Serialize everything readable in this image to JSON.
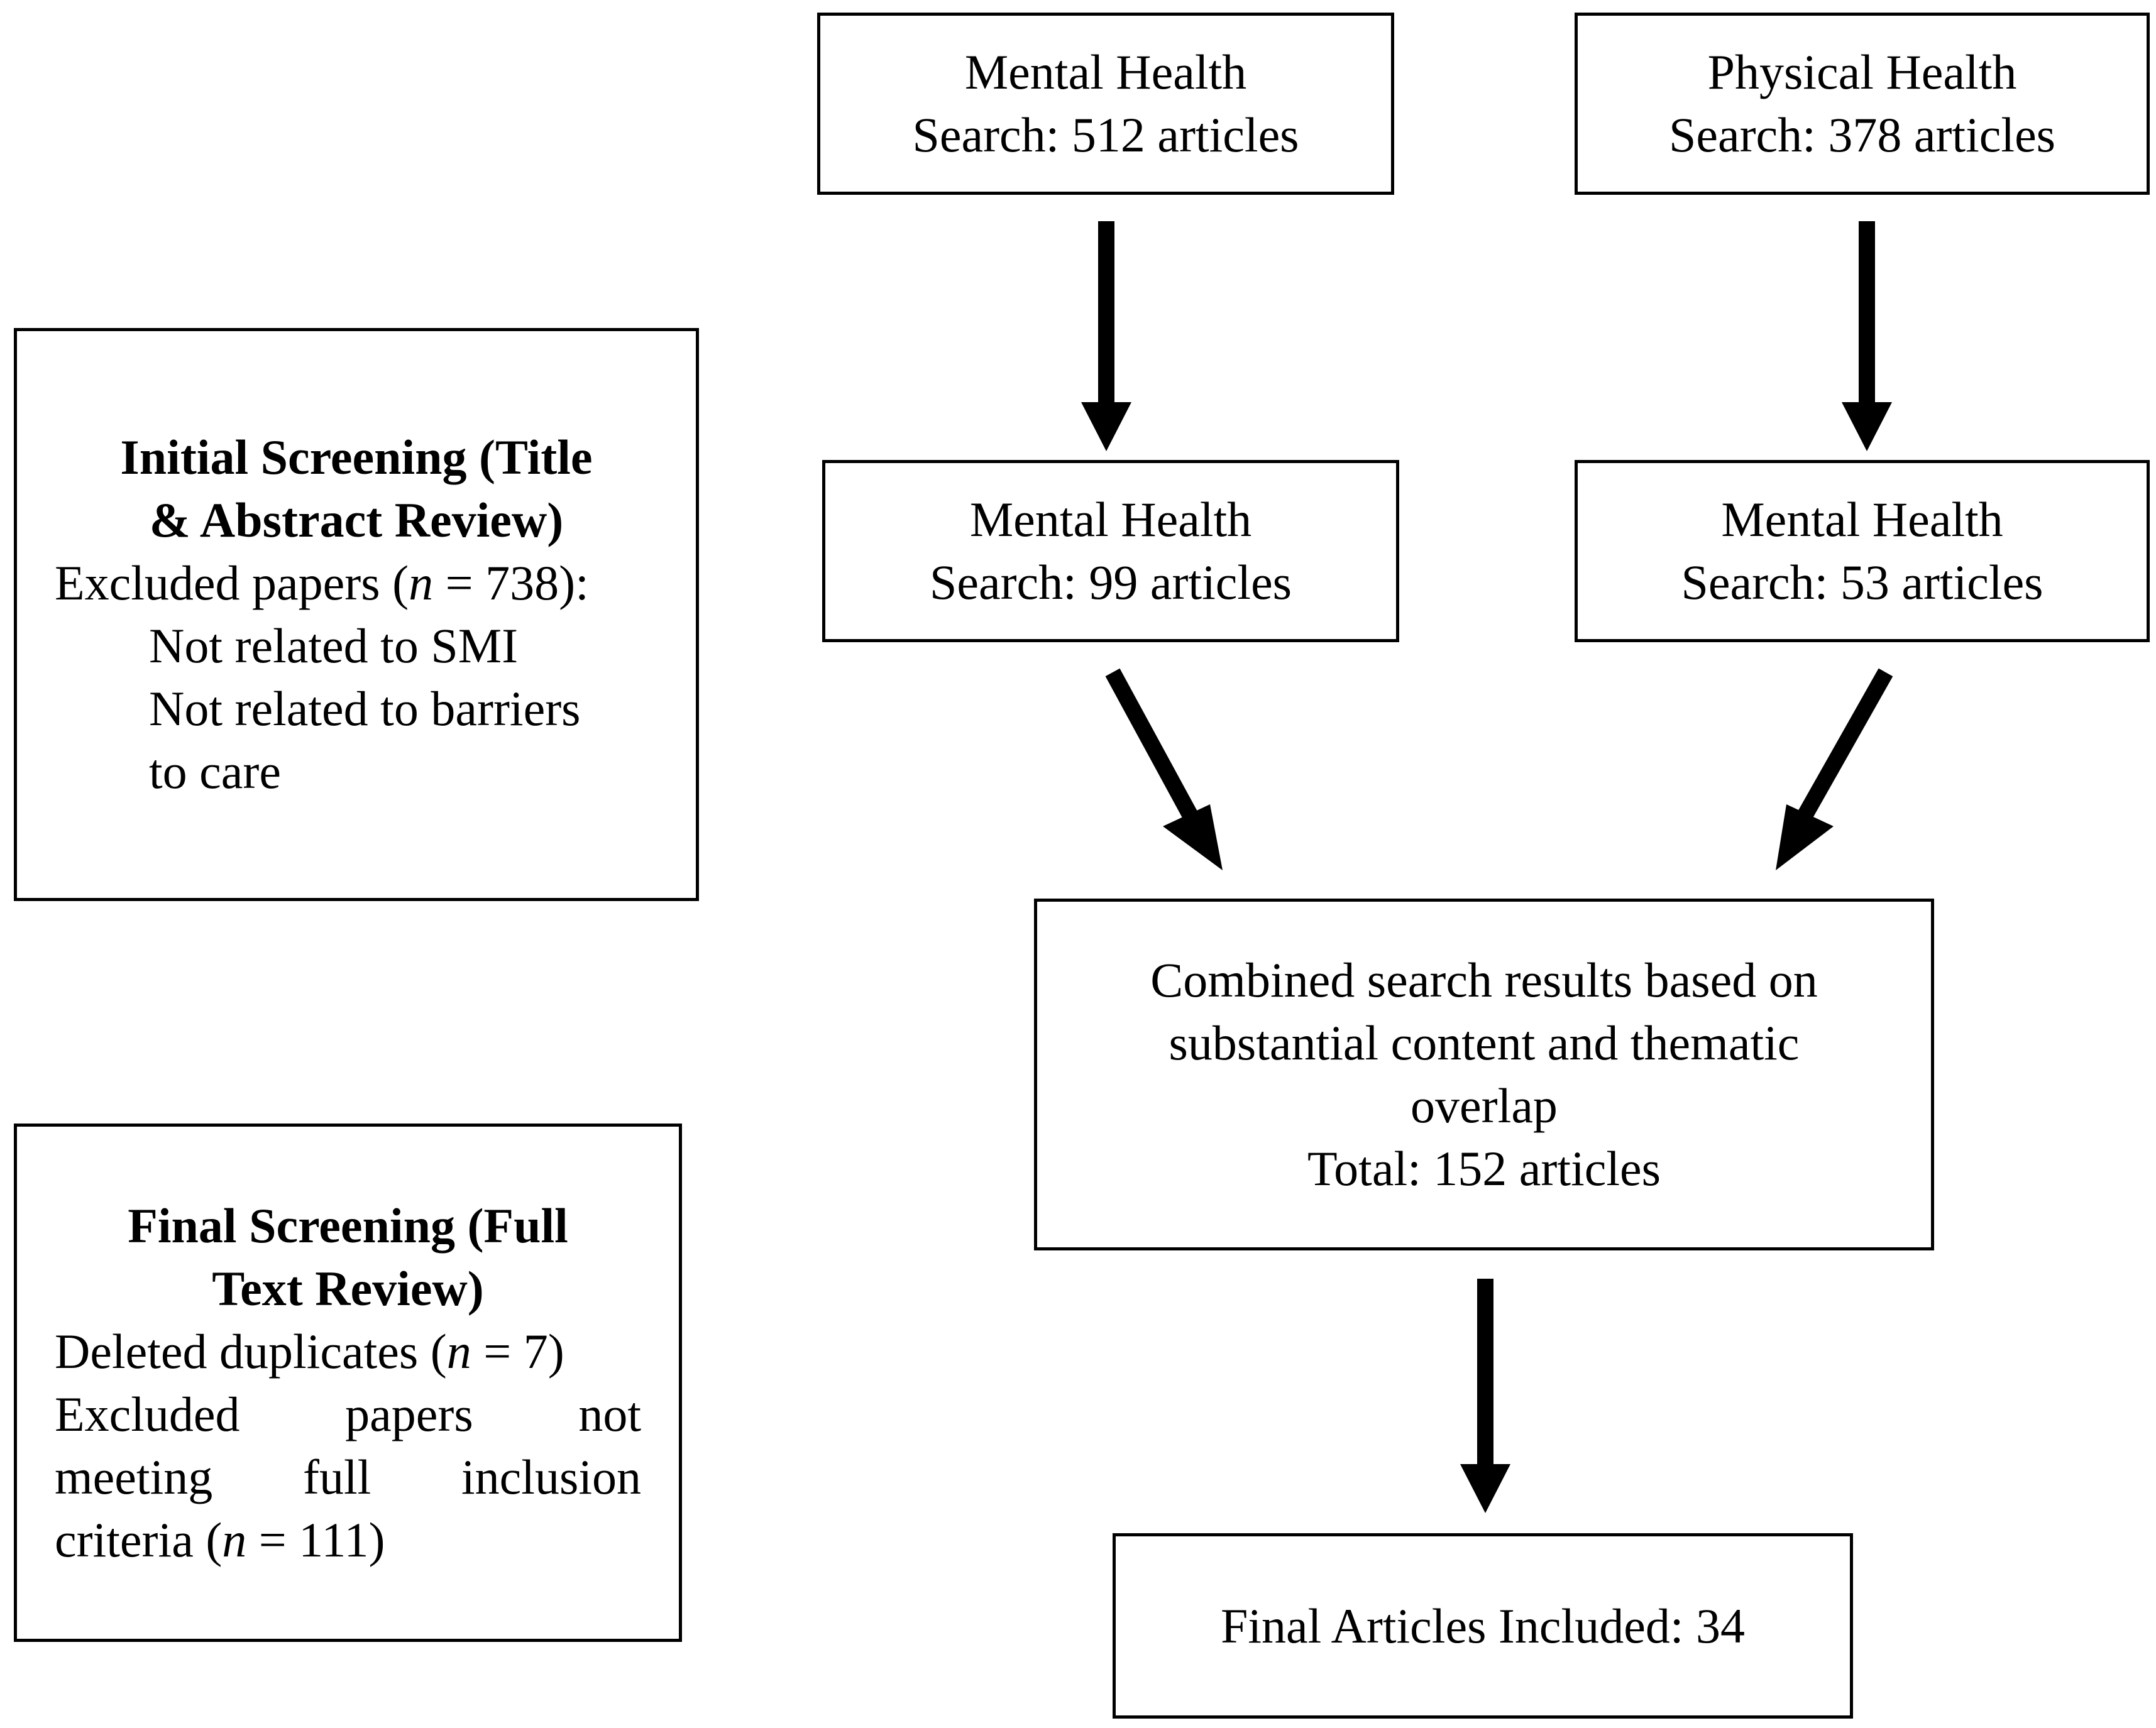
{
  "top_left": {
    "line1": "Mental Health",
    "line2": "Search: 512 articles"
  },
  "top_right": {
    "line1": "Physical Health",
    "line2": "Search: 378 articles"
  },
  "mid_left": {
    "line1": "Mental Health",
    "line2": "Search: 99 articles"
  },
  "mid_right": {
    "line1": "Mental Health",
    "line2": "Search: 53 articles"
  },
  "combined": {
    "line1": "Combined search results based on",
    "line2": "substantial content and thematic",
    "line3": "overlap",
    "line4": "Total: 152 articles"
  },
  "final": {
    "text": "Final Articles Included: 34"
  },
  "initial_screening": {
    "title1": "Initial Screening (Title",
    "title2": "& Abstract Review)",
    "excluded_prefix": "Excluded papers (",
    "n_symbol": "n",
    "excluded_suffix": " = 738):",
    "item1": "Not related to SMI",
    "item2a": "Not related to barriers",
    "item2b": "to care"
  },
  "final_screening": {
    "title1": "Final Screening (Full",
    "title2": "Text Review)",
    "dup_prefix": "Deleted duplicates (",
    "n_symbol": "n",
    "dup_suffix": " = 7)",
    "excl_line1": [
      "Excluded",
      "papers",
      "not"
    ],
    "excl_line2": [
      "meeting",
      "full",
      "inclusion"
    ],
    "excl_line3_prefix": "criteria (",
    "excl_line3_suffix": " = 111)"
  }
}
